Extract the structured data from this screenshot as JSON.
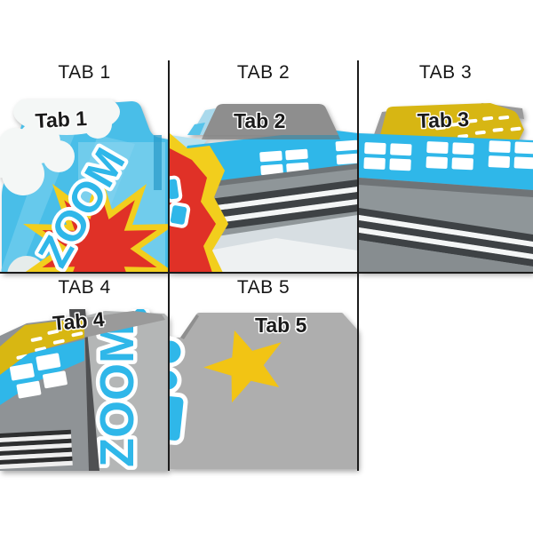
{
  "proof_sheet": {
    "cells": [
      {
        "label": "TAB 1",
        "tab_label": "Tab 1"
      },
      {
        "label": "TAB 2",
        "tab_label": "Tab 2"
      },
      {
        "label": "TAB 3",
        "tab_label": "Tab 3"
      },
      {
        "label": "TAB 4",
        "tab_label": "Tab 4"
      },
      {
        "label": "TAB 5",
        "tab_label": "Tab 5"
      }
    ],
    "artwork_text": "ZOOM",
    "colors": {
      "sky_blue": "#49bee8",
      "bus_blue": "#2fb7e9",
      "burst_red": "#e03127",
      "burst_yellow": "#f2ce1d",
      "road_yellow": "#d8b712",
      "star_yellow": "#f2c414",
      "tab_gray": "#8e8e8e",
      "back_panel_gray": "#b4b6b6",
      "road_gray": "#8f9699",
      "stripe_dark": "#3e4245",
      "grid_line": "#1c1c1c",
      "label_text": "#161616"
    }
  }
}
